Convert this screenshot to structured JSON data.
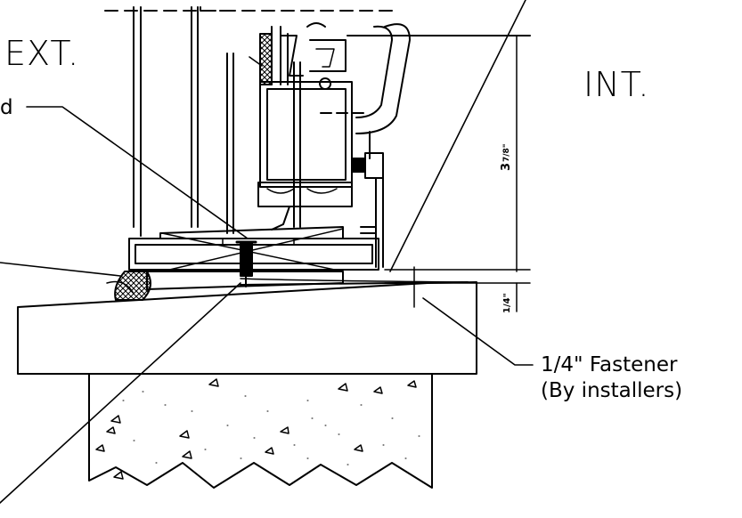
{
  "labels": {
    "exterior": "EXT.",
    "interior": "INT.",
    "left_fragment": "d",
    "fastener_line1": "1/4\" Fastener",
    "fastener_line2": "(By installers)"
  },
  "dimensions": {
    "vertical_upper_num": "3",
    "vertical_upper_frac": "7/8\"",
    "vertical_lower_frac": "1/4\""
  }
}
